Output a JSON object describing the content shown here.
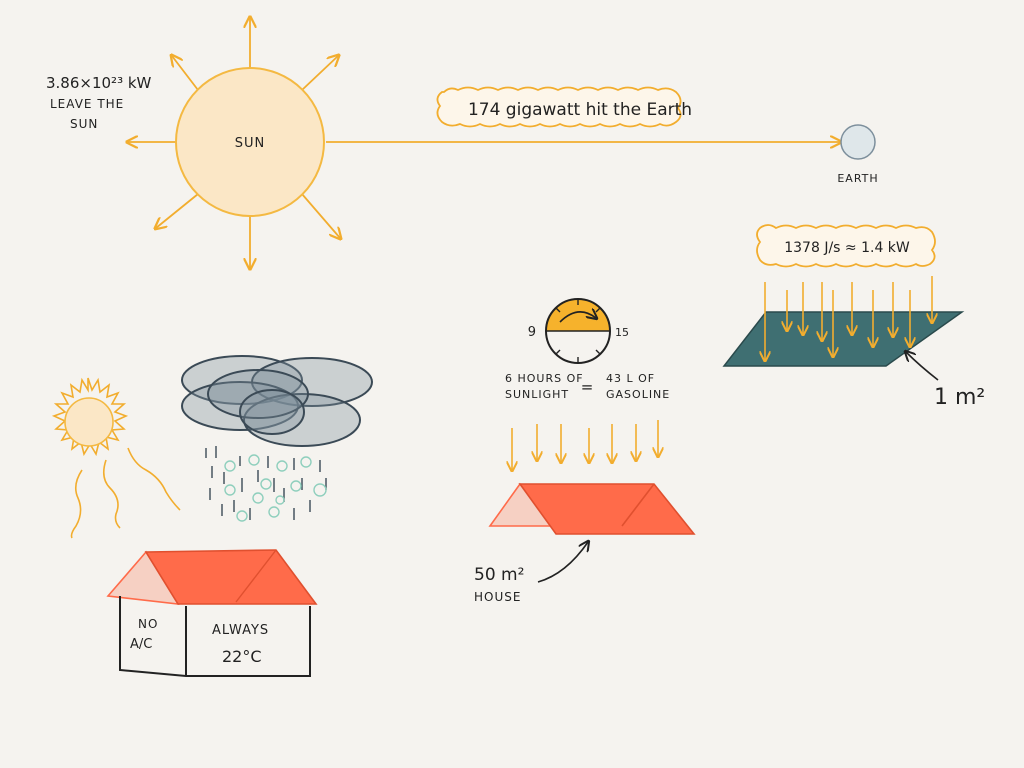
{
  "colors": {
    "background": "#f5f3ef",
    "sun_fill": "#fbe7c6",
    "sun_stroke": "#f4b942",
    "ray": "#f2ad2e",
    "earth": "#dfe7ea",
    "roof_front": "#ff6b4a",
    "roof_side": "#f6d0c3",
    "panel": "#3f6f72",
    "cloud": "#7d8f9c",
    "rain": "#8fcfbd",
    "clock_fill": "#f6b22c"
  },
  "sun": {
    "label": "SUN",
    "output_value": "3.86×10²³ kW",
    "output_line2": "LEAVE THE",
    "output_line3": "SUN"
  },
  "earth": {
    "label": "EARTH",
    "callout": "174 gigawatt hit the Earth"
  },
  "panel": {
    "callout": "1378 J/s ≈ 1.4 kW",
    "area_label": "1 m²"
  },
  "clock": {
    "start_label": "9",
    "end_label": "15"
  },
  "equation": {
    "left_line1": "6 HOURS OF",
    "left_line2": "SUNLIGHT",
    "equals": "=",
    "right_line1": "43 L OF",
    "right_line2": "GASOLINE"
  },
  "roof_callout": {
    "line1": "50 m²",
    "line2": "HOUSE"
  },
  "house": {
    "left_line1": "NO",
    "left_line2": "A/C",
    "right_line1": "ALWAYS",
    "right_line2": "22°C"
  }
}
